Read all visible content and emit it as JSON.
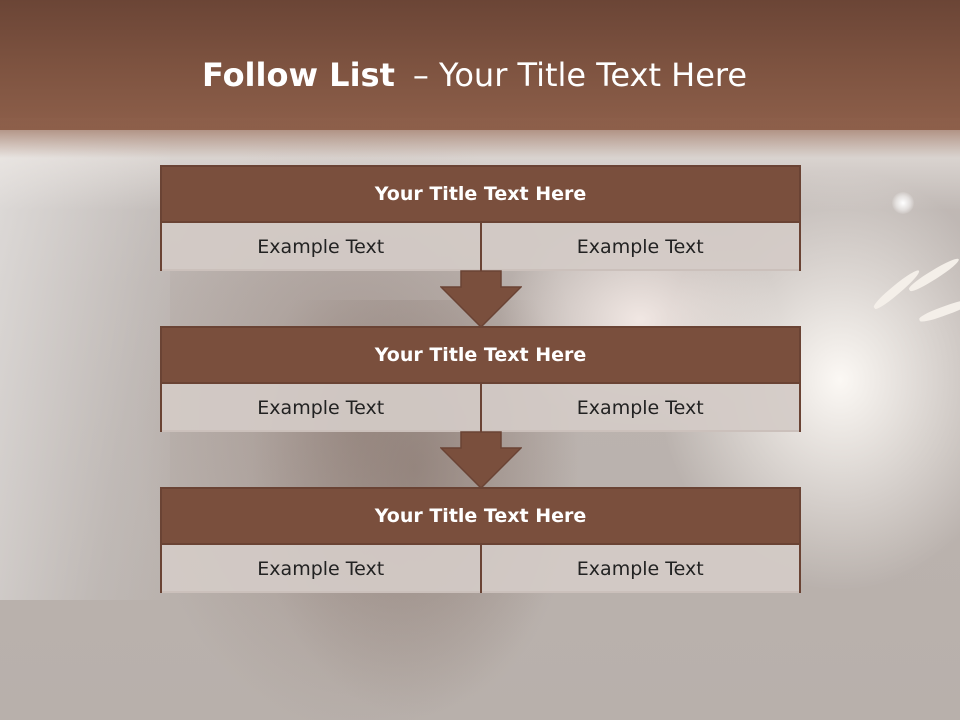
{
  "slide": {
    "title_bold": "Follow List",
    "title_rest": "– Your Title Text Here"
  },
  "blocks": [
    {
      "title": "Your Title Text Here",
      "left": "Example Text",
      "right": "Example Text"
    },
    {
      "title": "Your Title Text Here",
      "left": "Example Text",
      "right": "Example Text"
    },
    {
      "title": "Your Title Text Here",
      "left": "Example Text",
      "right": "Example Text"
    }
  ],
  "colors": {
    "header": "#7f5441",
    "block_title": "#7a4f3d",
    "block_border": "#6a4334",
    "cell": "#d4cbc7"
  }
}
